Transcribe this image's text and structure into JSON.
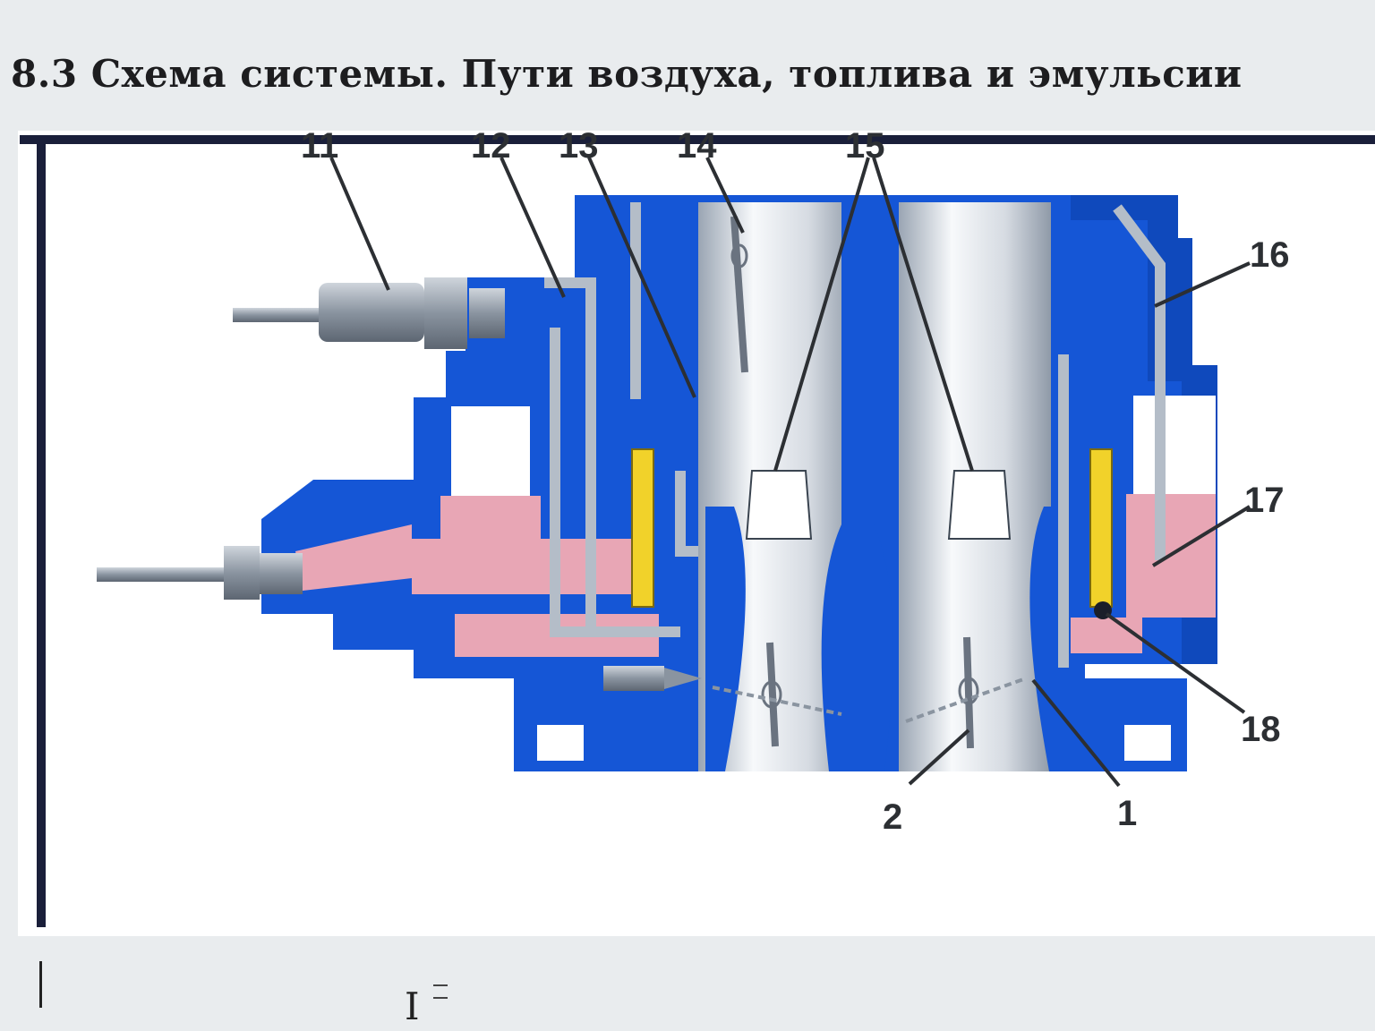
{
  "page": {
    "title": "8.3 Схема системы. Пути воздуха, топлива и эмульсии"
  },
  "colors": {
    "body_blue": "#1556d6",
    "dark_blue": "#0b3fa8",
    "fuel_pink": "#e8a6b5",
    "air_white": "#f5f7fa",
    "jet_yellow": "#f1d22a",
    "channel_grey": "#aeb7c3"
  },
  "callouts": [
    {
      "id": "11",
      "label": "11"
    },
    {
      "id": "12",
      "label": "12"
    },
    {
      "id": "13",
      "label": "13"
    },
    {
      "id": "14",
      "label": "14"
    },
    {
      "id": "15",
      "label": "15"
    },
    {
      "id": "16",
      "label": "16"
    },
    {
      "id": "17",
      "label": "17"
    },
    {
      "id": "18",
      "label": "18"
    },
    {
      "id": "2",
      "label": "2"
    },
    {
      "id": "1",
      "label": "1"
    }
  ],
  "cursor": {
    "glyph": "I"
  }
}
